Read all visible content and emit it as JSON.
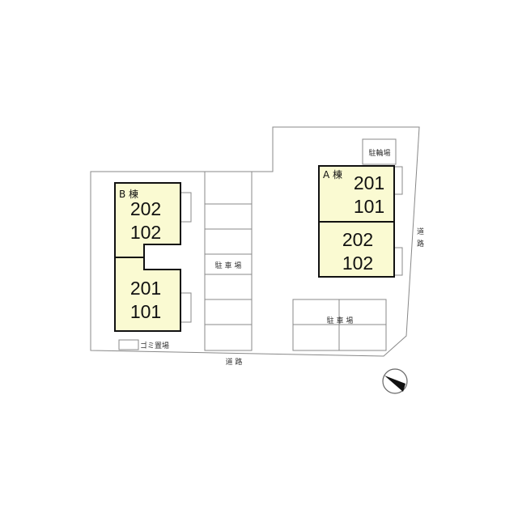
{
  "building_b": {
    "label": "B 棟",
    "units": [
      "202",
      "102",
      "201",
      "101"
    ]
  },
  "building_a": {
    "label": "A 棟",
    "units": [
      "201",
      "101",
      "202",
      "102"
    ]
  },
  "parking_left": {
    "label": "駐 車 場"
  },
  "parking_right": {
    "label": "駐 車 場"
  },
  "bicycle_parking": {
    "label": "駐輪場"
  },
  "garbage": {
    "label": "ゴミ置場"
  },
  "road_bottom": {
    "label": "道 路"
  },
  "road_right": {
    "label_1": "道",
    "label_2": "路"
  },
  "compass": {
    "icon": "north-arrow-icon"
  },
  "colors": {
    "building_fill": "#fafad2",
    "line": "#888888",
    "building_border": "#111111"
  }
}
